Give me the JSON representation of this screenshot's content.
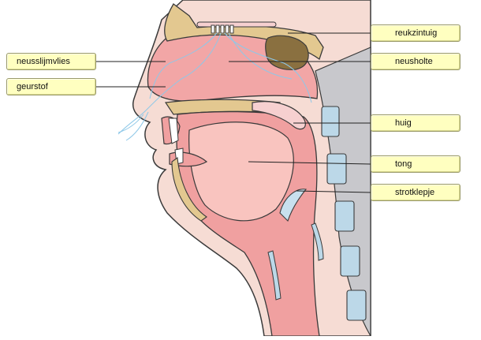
{
  "labels": {
    "reukzintuig": "reukzintuig",
    "neusholte": "neusholte",
    "huig": "huig",
    "tong": "tong",
    "strotklepje": "strotklepje",
    "neusslijmvlies": "neusslijmvlies",
    "geurstof": "geurstof"
  },
  "colors": {
    "background": "#ffffff",
    "label_fill": "#ffffc0",
    "label_border": "#9a9a6a",
    "skin": "#f6d9d2",
    "tissue_pink": "#f0a0a0",
    "tissue_light": "#f9c4bf",
    "bone": "#e3c890",
    "spine_disc": "#bcd8e8",
    "outline": "#3a3a3a",
    "nerve": "#8ec8e8"
  }
}
